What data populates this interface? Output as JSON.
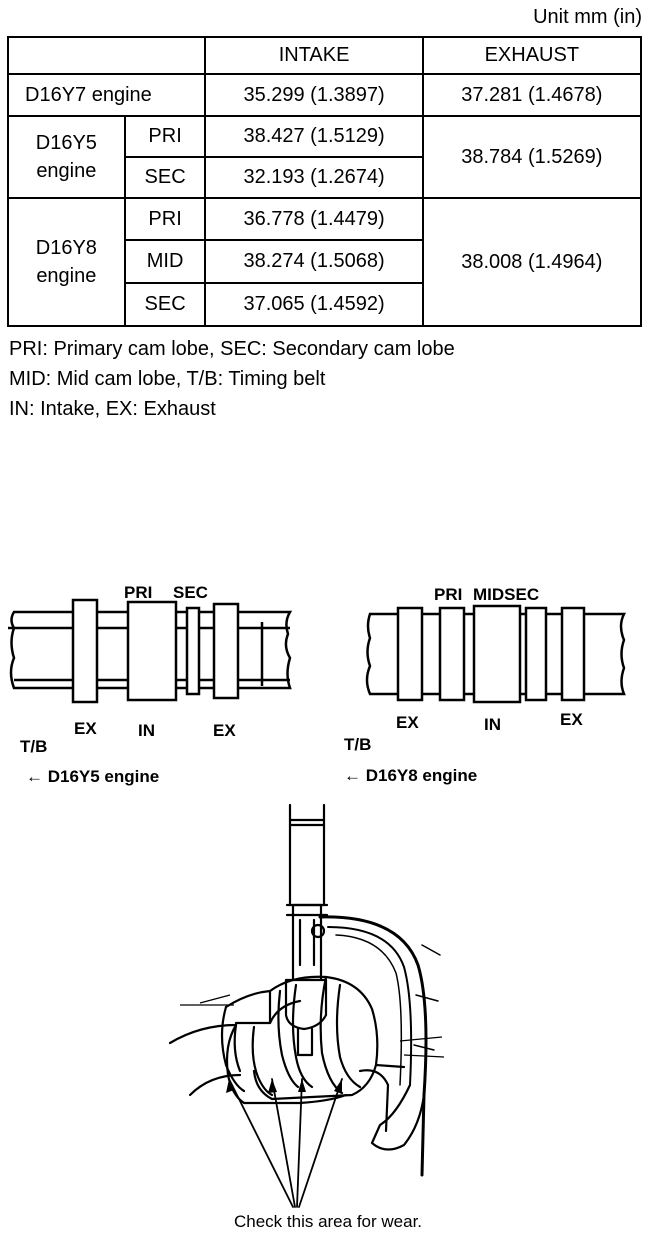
{
  "unit_label": "Unit mm (in)",
  "table": {
    "headers": [
      "",
      "INTAKE",
      "EXHAUST"
    ],
    "d16y7": {
      "engine": "D16Y7 engine",
      "intake": "35.299 (1.3897)",
      "exhaust": "37.281 (1.4678)"
    },
    "d16y5": {
      "engine_line1": "D16Y5",
      "engine_line2": "engine",
      "pri_label": "PRI",
      "pri_intake": "38.427 (1.5129)",
      "sec_label": "SEC",
      "sec_intake": "32.193 (1.2674)",
      "exhaust": "38.784 (1.5269)"
    },
    "d16y8": {
      "engine_line1": "D16Y8",
      "engine_line2": "engine",
      "pri_label": "PRI",
      "pri_intake": "36.778 (1.4479)",
      "mid_label": "MID",
      "mid_intake": "38.274 (1.5068)",
      "sec_label": "SEC",
      "sec_intake": "37.065 (1.4592)",
      "exhaust": "38.008 (1.4964)"
    }
  },
  "legend": [
    "PRI: Primary cam lobe, SEC: Secondary cam lobe",
    "MID: Mid cam lobe, T/B: Timing belt",
    "IN: Intake, EX: Exhaust"
  ],
  "diagram_left": {
    "pri": "PRI",
    "sec": "SEC",
    "ex1": "EX",
    "in": "IN",
    "ex2": "EX",
    "tb": "T/B",
    "engine": "← D16Y5 engine"
  },
  "diagram_right": {
    "pri": "PRI",
    "midsec": "MIDSEC",
    "ex1": "EX",
    "in": "IN",
    "ex2": "EX",
    "tb": "T/B",
    "engine": "← D16Y8 engine"
  },
  "caption": "Check this area for wear."
}
